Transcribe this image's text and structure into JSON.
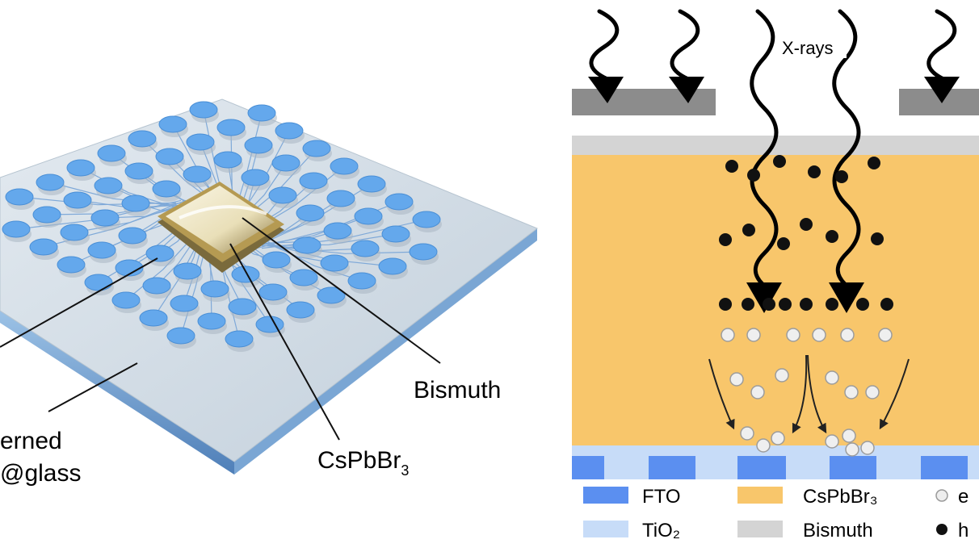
{
  "left_panel": {
    "labels": {
      "bismuth": "Bismuth",
      "cspbbr3_main": "CsPbBr",
      "cspbbr3_sub": "3",
      "patterned_line1": "erned",
      "patterned_line2": "@glass"
    }
  },
  "right_panel": {
    "xray_label": "X-rays",
    "legend": {
      "fto": "FTO",
      "tio2": "TiO₂",
      "cspbbr3": "CsPbBr₃",
      "bismuth": "Bismuth",
      "electron": "e",
      "hole": "h"
    }
  },
  "colors": {
    "fto": "#5b8ff0",
    "tio2": "#c7dcf8",
    "cspbbr3": "#f8c66b",
    "bismuth": "#d4d4d4",
    "mask": "#8c8c8c",
    "pad": "#64a8ec",
    "glass": "#c9d6e2"
  }
}
